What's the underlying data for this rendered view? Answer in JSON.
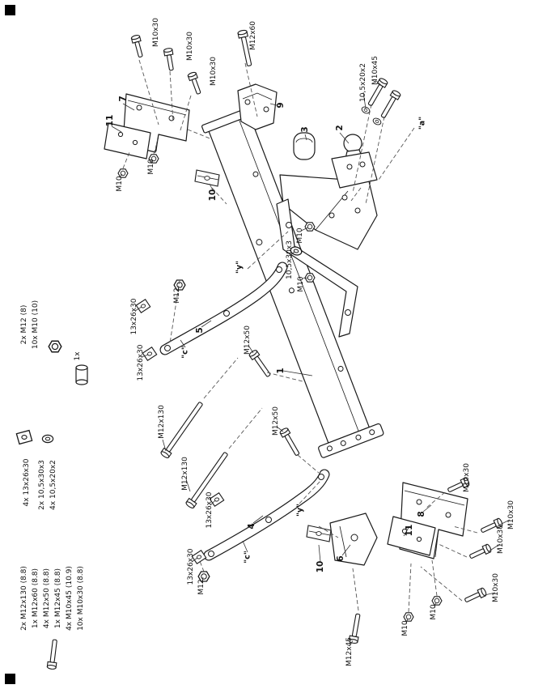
{
  "page": {
    "paper": "#ffffff",
    "ink": "#1a1a1a"
  },
  "parts": {
    "p1": "1",
    "p2": "2",
    "p3": "3",
    "p4": "4",
    "p5": "5",
    "p6": "6",
    "p7": "7",
    "p8": "8",
    "p9": "9",
    "p10": "10",
    "p11": "11"
  },
  "fasteners": {
    "m10x30": "M10x30",
    "m10x45": "M10x45",
    "m12x45": "M12x45",
    "m12x50": "M12x50",
    "m12x60": "M12x60",
    "m12x130": "M12x130",
    "nut_m10": "M10",
    "nut_m12": "M12",
    "washer_13x26x30": "13x26x30",
    "washer_10_5x30x3": "10,5x30x3",
    "washer_10_5x20x2": "10,5x20x2"
  },
  "refs": {
    "a": "\"a\"",
    "c": "\"c\"",
    "y": "\"y\""
  },
  "legend": {
    "nuts": [
      "2x M12 (8)",
      "10x M10 (10)"
    ],
    "spacer_qty": "1x",
    "square_washers": "4x 13x26x30",
    "round_washers": [
      "2x 10,5x30x3",
      "4x 10,5x20x2"
    ],
    "bolts": [
      "2x M12x130 (8.8)",
      "1x M12x60 (8.8)",
      "4x M12x50 (8.8)",
      "1x M12x45 (8.8)",
      "4x M10x45 (10.9)",
      "10x M10x30 (8.8)"
    ]
  }
}
